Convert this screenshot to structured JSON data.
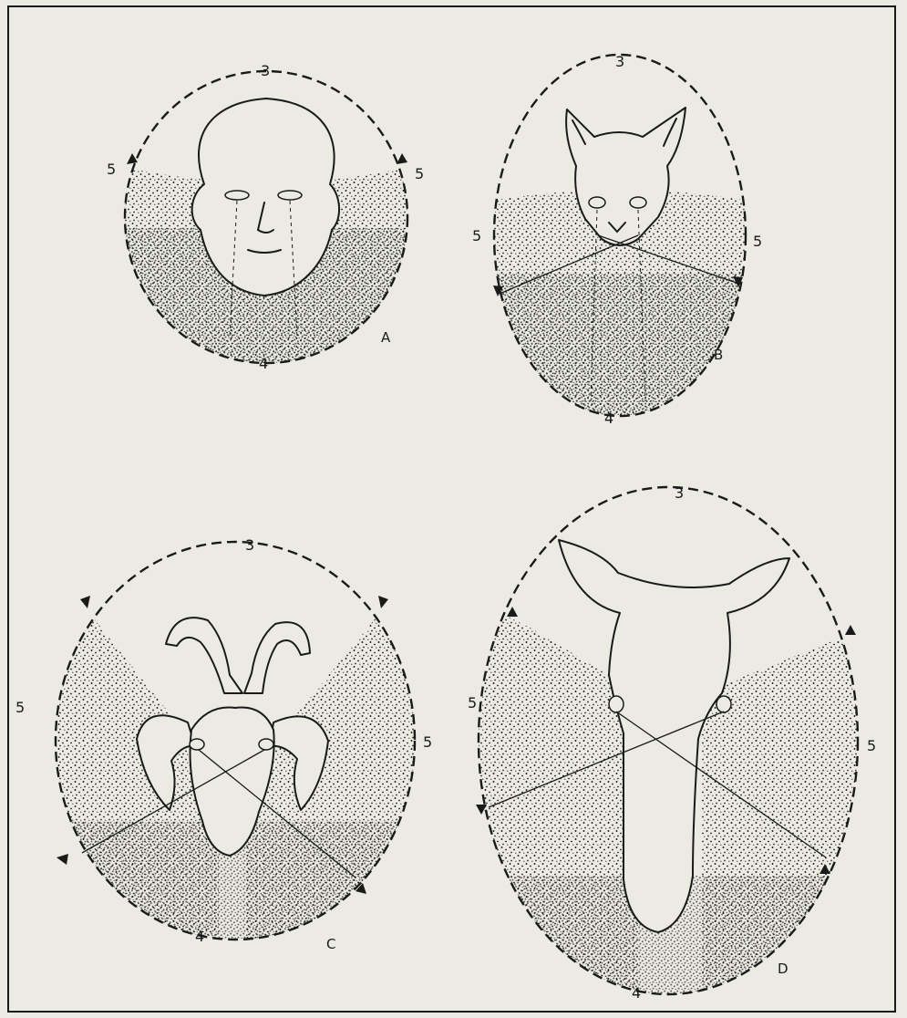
{
  "colors": {
    "paper": "#ecebe3",
    "ink": "#1a1a1a"
  },
  "panels": {
    "A": {
      "panel_label": "A",
      "label_top": "3",
      "label_bottom": "4",
      "label_left": "5",
      "label_right": "5",
      "subject": "human-face"
    },
    "B": {
      "panel_label": "B",
      "label_top": "3",
      "label_bottom": "4",
      "label_left": "5",
      "label_right": "5",
      "subject": "cat-head"
    },
    "C": {
      "panel_label": "C",
      "label_top": "3",
      "label_bottom": "4",
      "label_left": "5",
      "label_right": "5",
      "subject": "ram-head"
    },
    "D": {
      "panel_label": "D",
      "label_top": "3",
      "label_bottom": "4",
      "label_left": "5",
      "label_right": "5",
      "subject": "cow-head"
    }
  }
}
